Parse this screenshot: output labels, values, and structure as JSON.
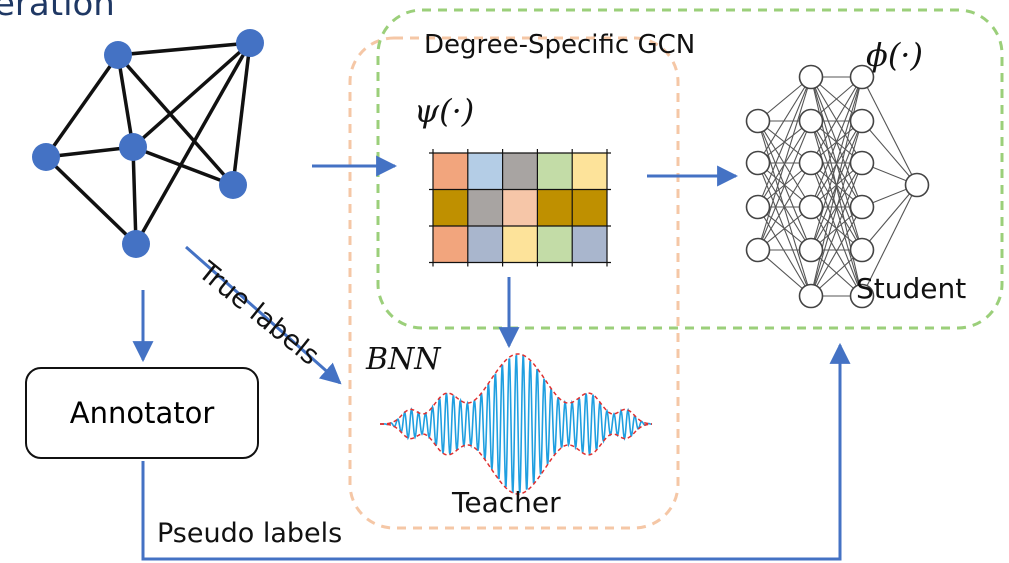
{
  "title_fragment": "eration",
  "gcn_box_label": "Degree-Specific GCN",
  "phi_symbol": "ϕ(·)",
  "psi_symbol": "ψ(·)",
  "bnn_label": "BNN",
  "student_label": "Student",
  "teacher_label": "Teacher",
  "annotator_label": "Annotator",
  "true_labels": "True labels",
  "pseudo_labels": "Pseudo labels",
  "colors": {
    "node": "#4472c4",
    "arrow": "#4472c4",
    "gcn_box": "#9bcf7a",
    "teacher_box": "#f5c7a6",
    "wave": "#1f9fe0",
    "envelope": "#e03030",
    "matrix_cells": [
      [
        "#f2a57d",
        "#b4cde6",
        "#a8a4a2",
        "#c3dca7",
        "#fde39a"
      ],
      [
        "#bf9000",
        "#a8a4a2",
        "#f6c6a8",
        "#bf9000",
        "#bf9000"
      ],
      [
        "#f2a57d",
        "#a9b6cd",
        "#fde39a",
        "#c3dca7",
        "#a9b6cd"
      ]
    ]
  }
}
